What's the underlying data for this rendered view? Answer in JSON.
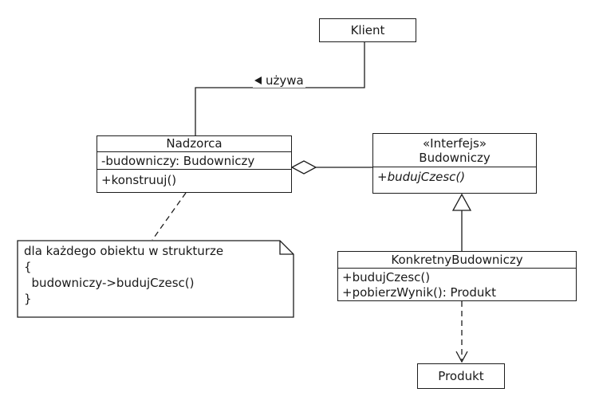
{
  "diagram": {
    "background_color": "#ffffff",
    "line_color": "#1c1c1c",
    "text_color": "#1a1a1a"
  },
  "classes": {
    "klient": {
      "title": "Klient"
    },
    "nadzorca": {
      "title": "Nadzorca",
      "attributes": [
        "-budowniczy: Budowniczy"
      ],
      "methods": [
        "+konstruuj()"
      ]
    },
    "budowniczy": {
      "stereotype": "«Interfejs»",
      "title": "Budowniczy",
      "methods": [
        "+budujCzesc()"
      ]
    },
    "konkretny_budowniczy": {
      "title": "KonkretnyBudowniczy",
      "methods": [
        "+budujCzesc()",
        "+pobierzWynik(): Produkt"
      ]
    },
    "produkt": {
      "title": "Produkt"
    }
  },
  "note": {
    "lines": [
      "dla każdego obiektu w strukturze",
      "{",
      "  budowniczy->budujCzesc()",
      "}"
    ]
  },
  "labels": {
    "uzywa": "używa"
  }
}
